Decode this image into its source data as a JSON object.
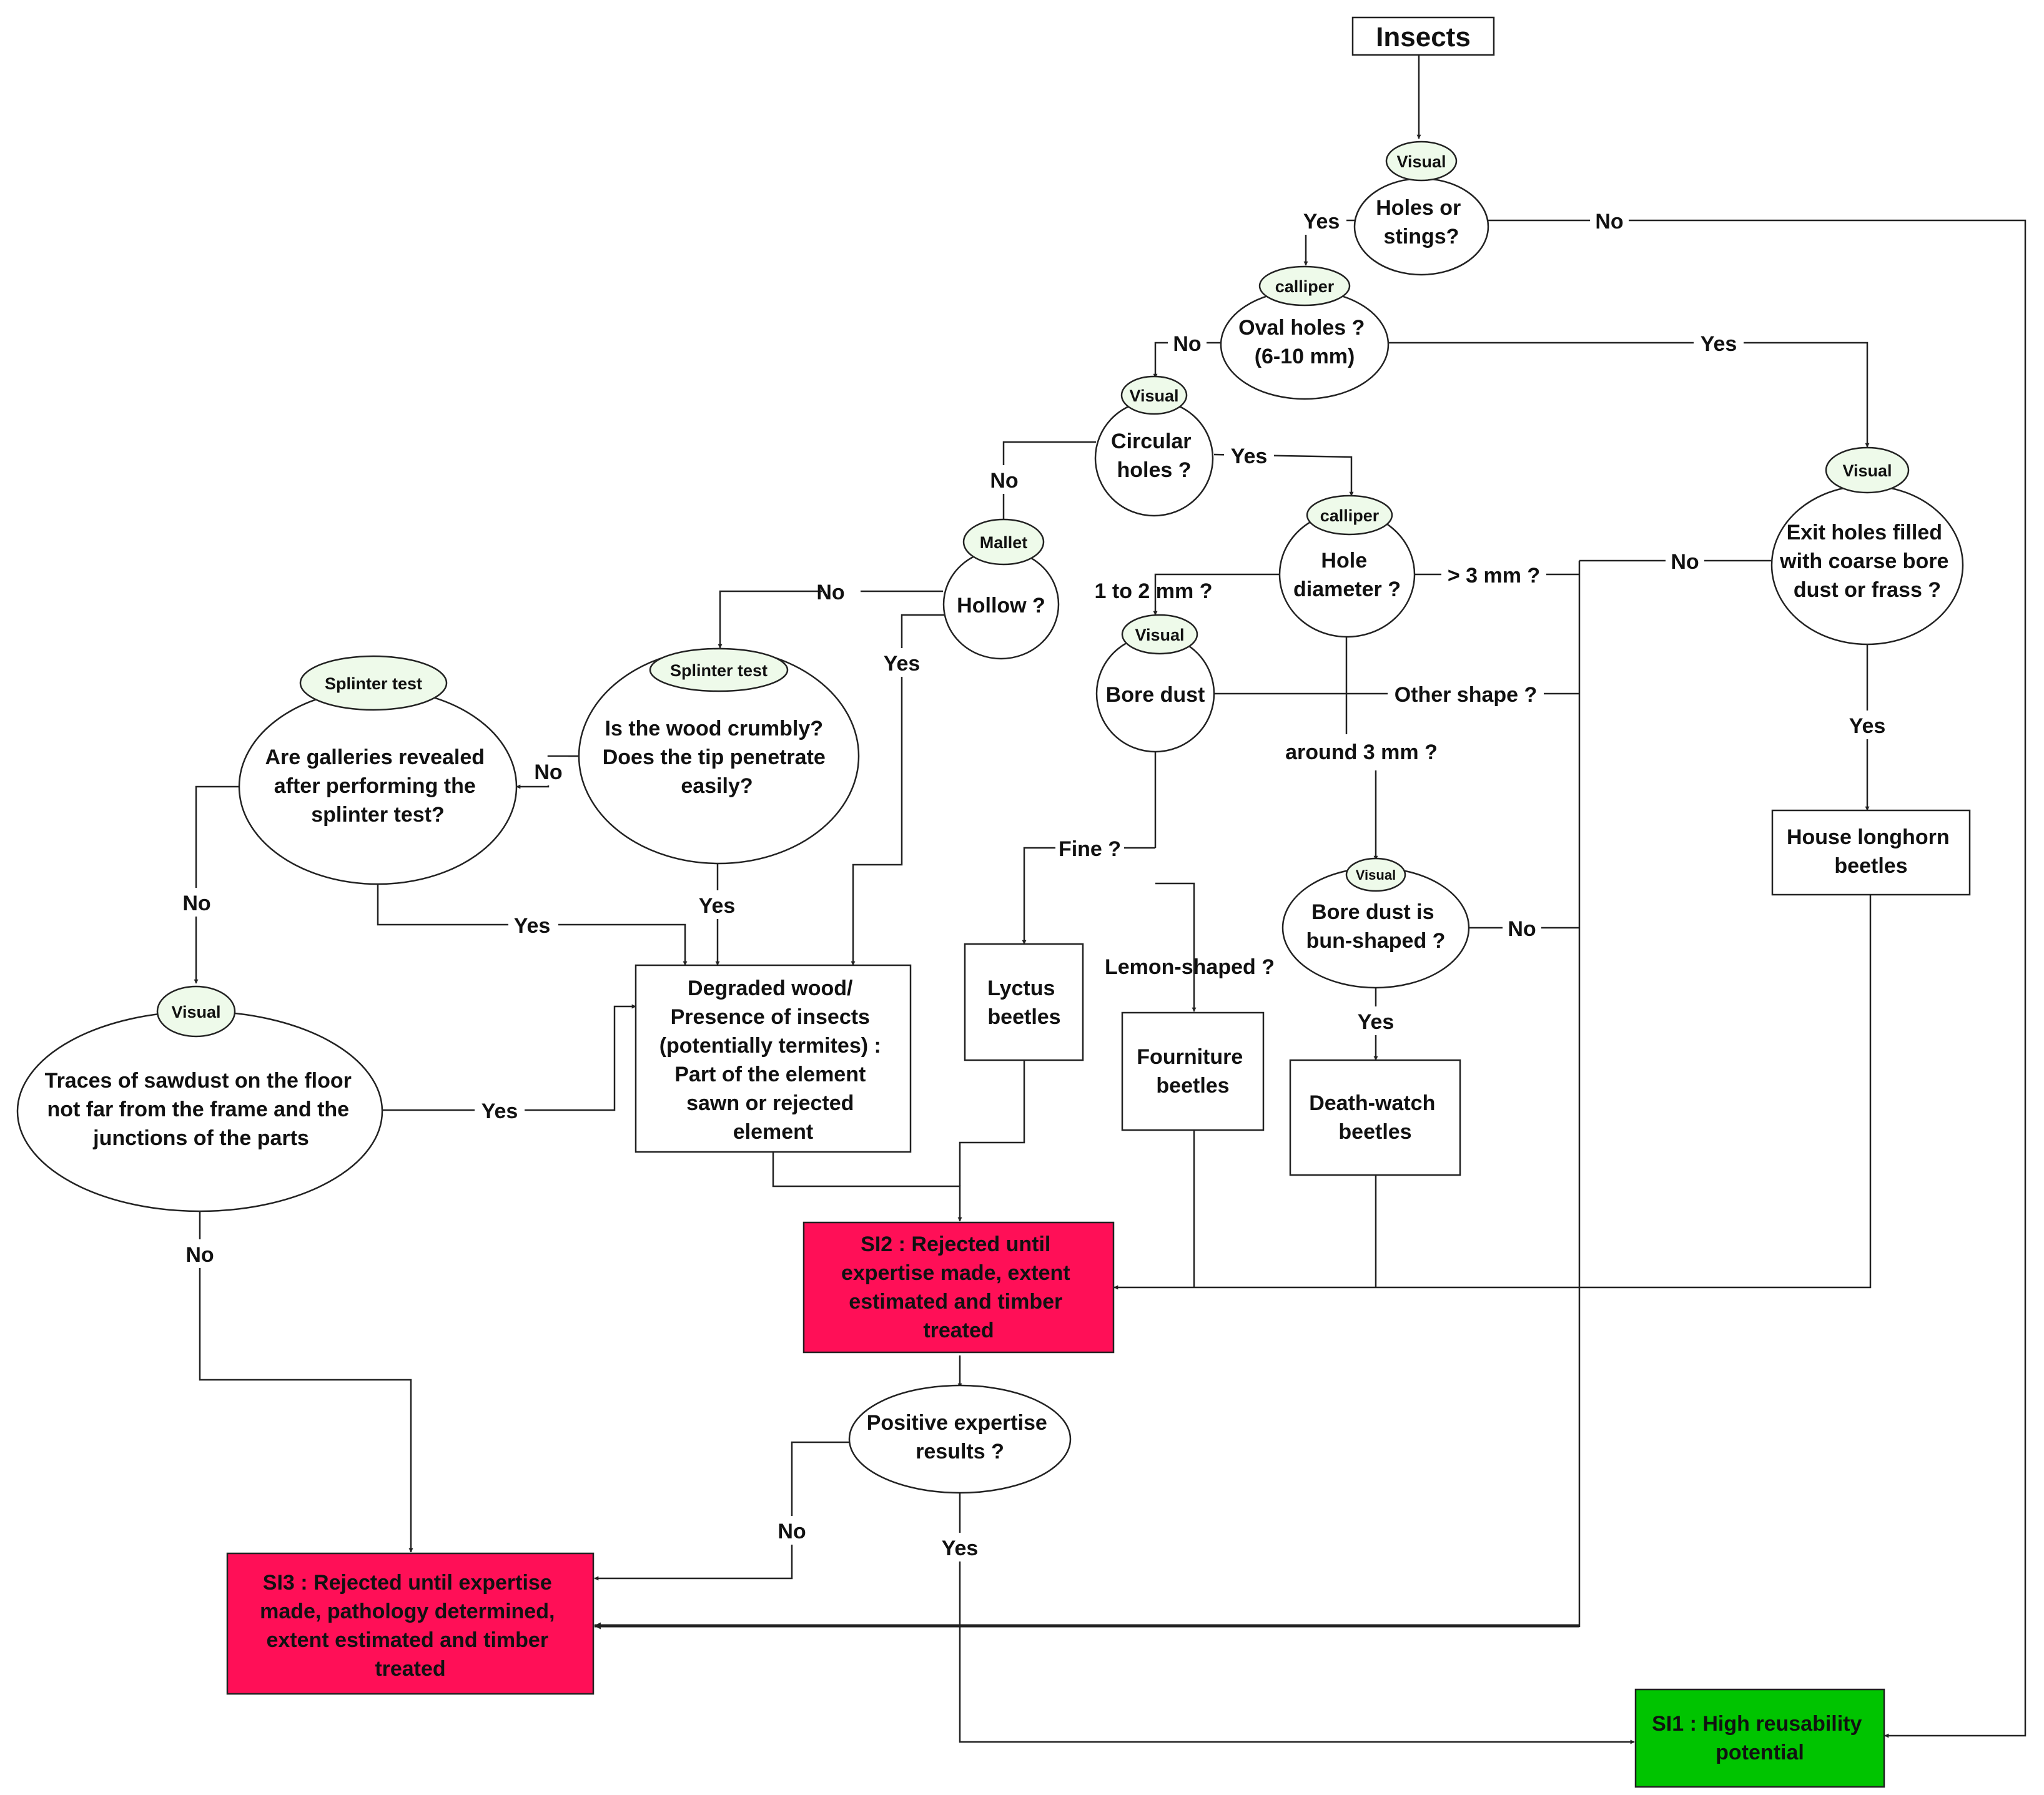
{
  "title": "Insects",
  "colors": {
    "si2_fill": "#ff0f57",
    "si3_fill": "#ff0f57",
    "si1_fill": "#00c400",
    "method_badge_fill": "#eefaea",
    "line": "#222222"
  },
  "methods": {
    "visual_holes": "Visual",
    "calliper_oval": "calliper",
    "visual_circular": "Visual",
    "calliper_diameter": "calliper",
    "visual_exit": "Visual",
    "mallet": "Mallet",
    "splinter_crumbly": "Splinter test",
    "splinter_galleries": "Splinter test",
    "visual_boredust": "Visual",
    "visual_bun": "Visual",
    "visual_sawdust": "Visual"
  },
  "questions": {
    "holes": [
      "Holes or",
      "stings?"
    ],
    "oval": [
      "Oval holes ?",
      "(6-10 mm)"
    ],
    "circular": [
      "Circular",
      "holes ?"
    ],
    "diameter": [
      "Hole",
      "diameter ?"
    ],
    "exit": [
      "Exit holes filled",
      "with coarse bore",
      "dust or frass ?"
    ],
    "hollow": [
      "Hollow ?"
    ],
    "crumbly": [
      "Is the wood crumbly?",
      "Does the tip penetrate",
      "easily?"
    ],
    "galleries": [
      "Are galleries revealed",
      "after performing the",
      "splinter test?"
    ],
    "boredust": [
      "Bore dust"
    ],
    "bun": [
      "Bore dust is",
      "bun-shaped ?"
    ],
    "sawdust": [
      "Traces of sawdust on the floor",
      "not far from the frame and the",
      "junctions of the parts"
    ],
    "positive": [
      "Positive expertise",
      "results ?"
    ]
  },
  "outcomes": {
    "degraded": [
      "Degraded wood/",
      "Presence of insects",
      "(potentially termites) :",
      "Part of the element",
      "sawn or rejected",
      "element"
    ],
    "lyctus": [
      "Lyctus",
      "beetles"
    ],
    "fourniture": [
      "Fourniture",
      "beetles"
    ],
    "deathwatch": [
      "Death-watch",
      "beetles"
    ],
    "longhorn": [
      "House longhorn",
      "beetles"
    ],
    "si2": [
      "SI2 : Rejected until",
      "expertise made, extent",
      "estimated and timber",
      "treated"
    ],
    "si3": [
      "SI3 : Rejected until expertise",
      "made, pathology determined,",
      "extent estimated and timber",
      "treated"
    ],
    "si1": [
      "SI1 : High reusability",
      "potential"
    ]
  },
  "edge_labels": {
    "holes_yes": "Yes",
    "holes_no": "No",
    "oval_no": "No",
    "oval_yes": "Yes",
    "circular_no": "No",
    "circular_yes": "Yes",
    "exit_no": "No",
    "exit_yes": "Yes",
    "d_1to2": "1 to 2 mm ?",
    "d_gt3": "> 3 mm ?",
    "d_around3": "around 3 mm ?",
    "hollow_no": "No",
    "hollow_yes": "Yes",
    "crumbly_no": "No",
    "crumbly_yes": "Yes",
    "galleries_no": "No",
    "galleries_yes": "Yes",
    "other_shape": "Other shape ?",
    "fine": "Fine ?",
    "lemon": "Lemon-shaped ?",
    "bun_no": "No",
    "bun_yes": "Yes",
    "sawdust_yes": "Yes",
    "sawdust_no": "No",
    "positive_no": "No",
    "positive_yes": "Yes"
  }
}
